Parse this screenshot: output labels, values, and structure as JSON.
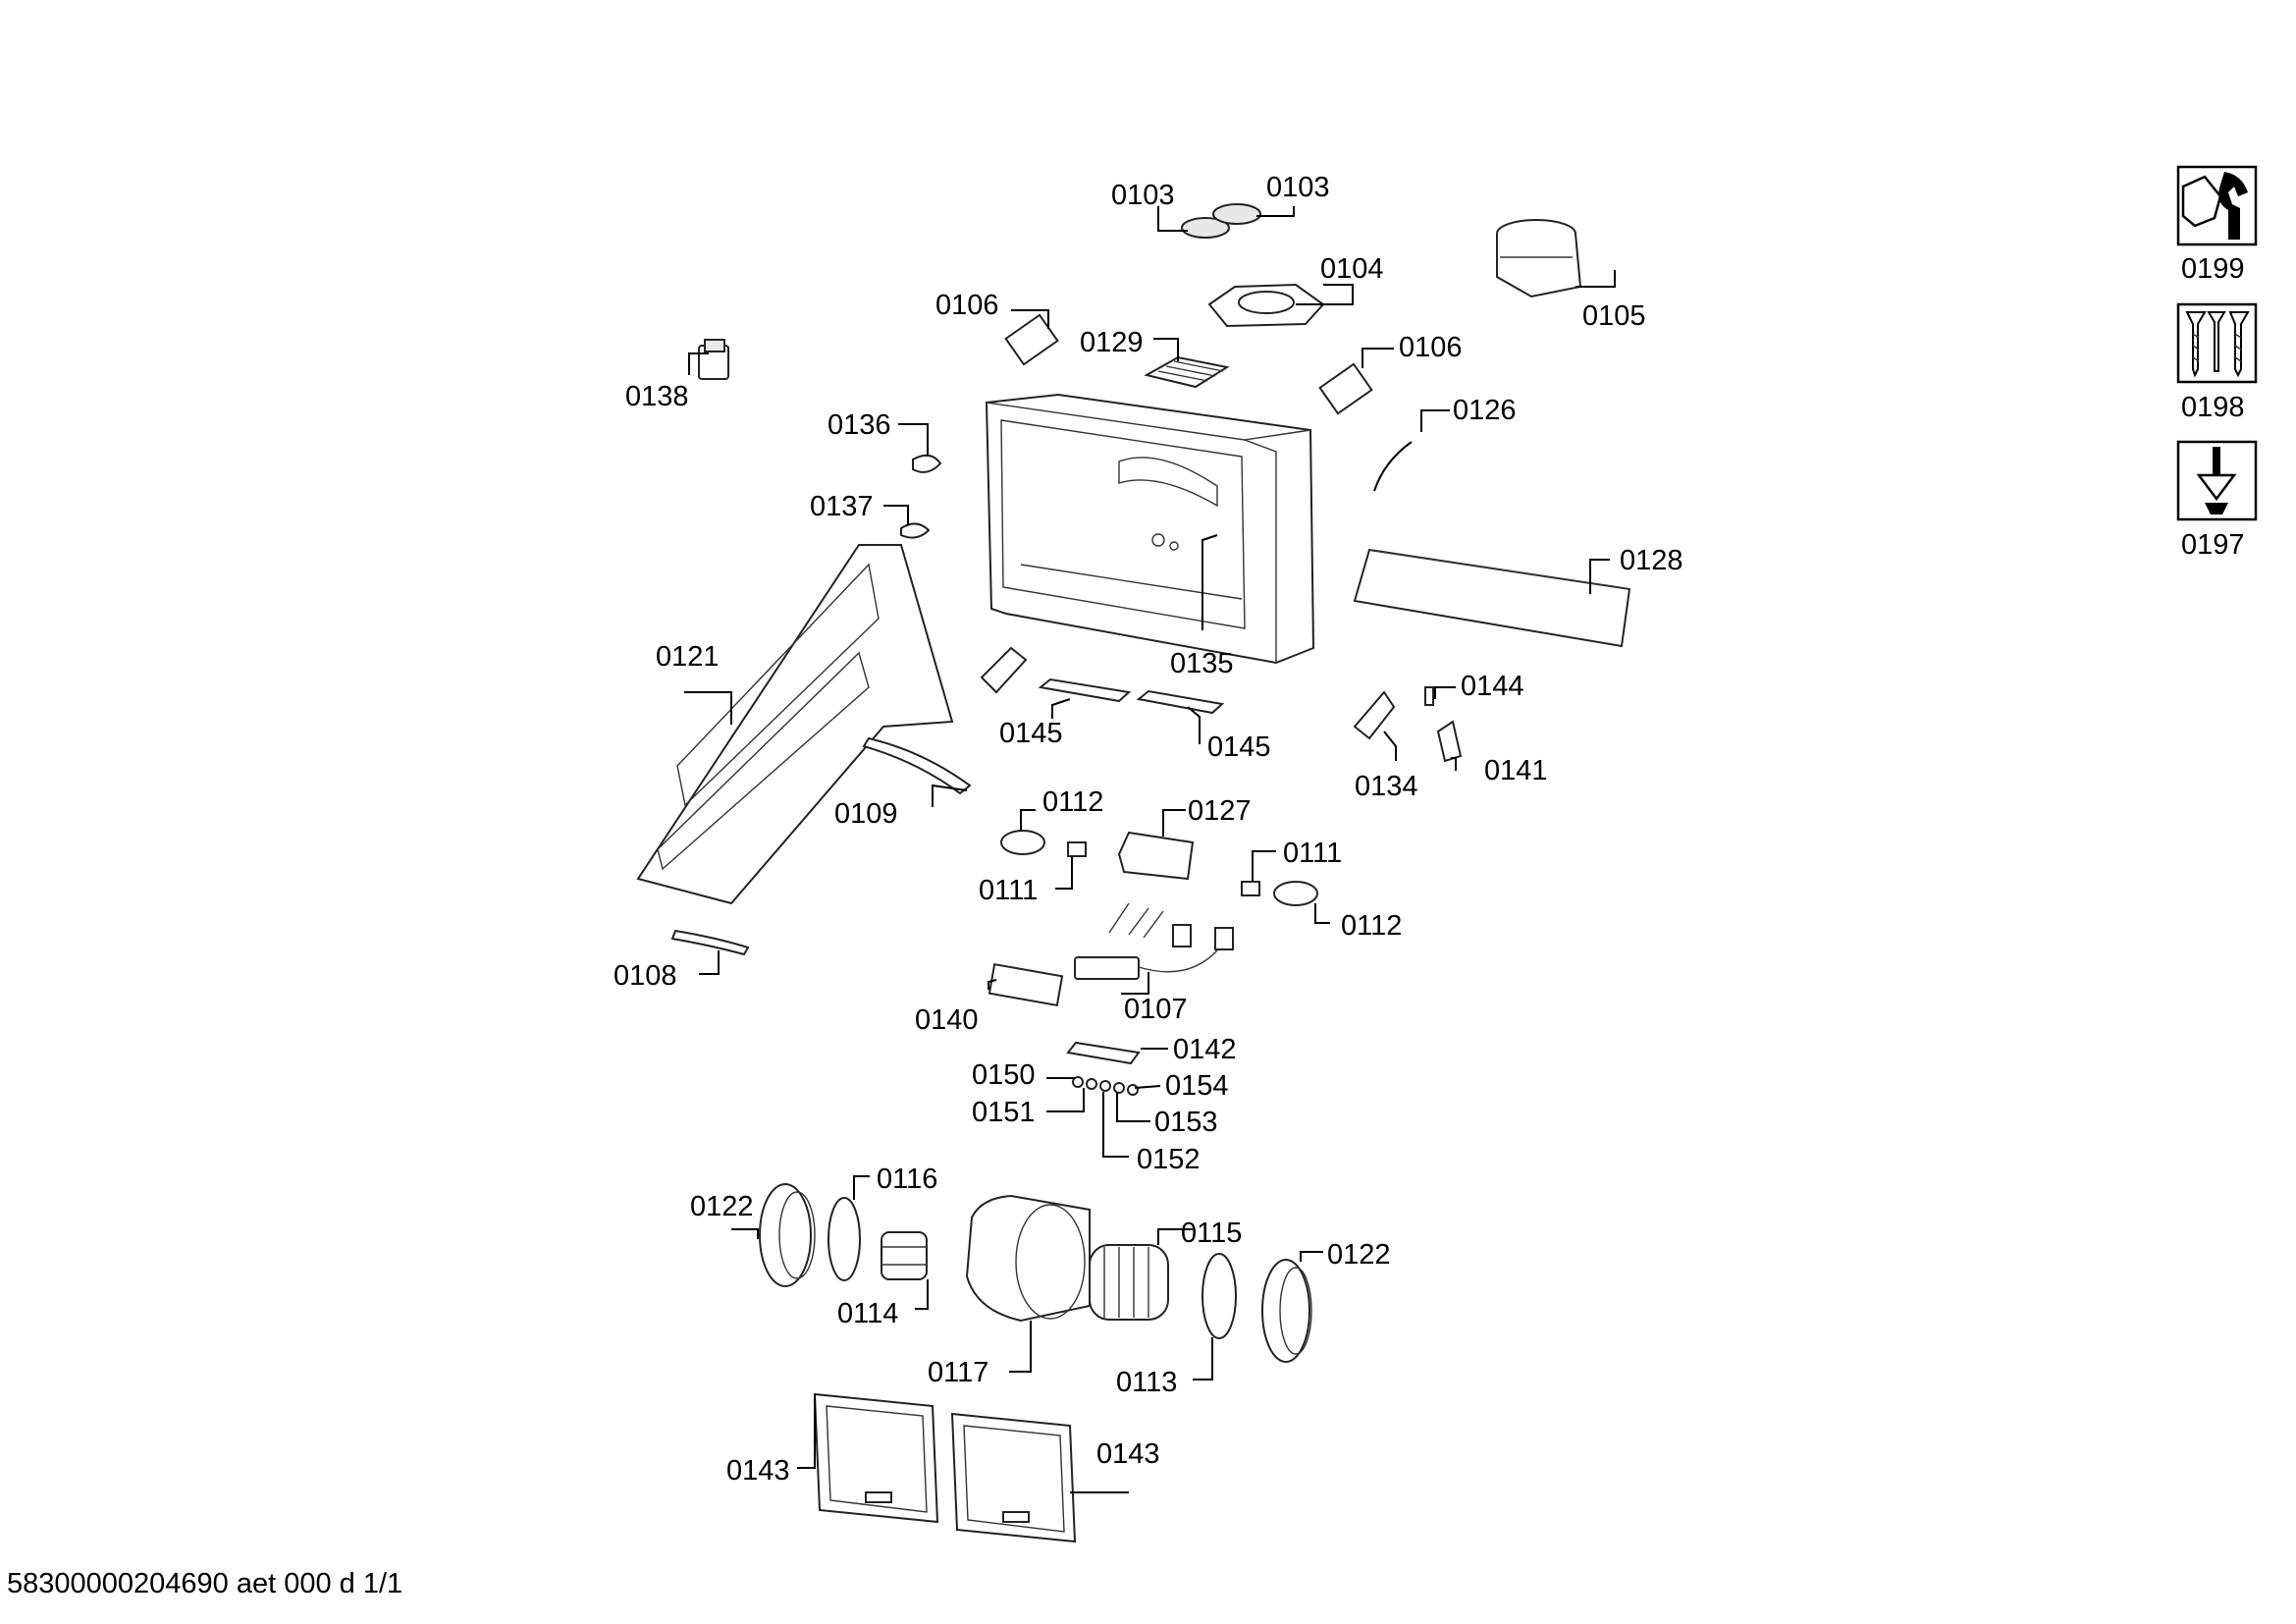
{
  "footer": {
    "document_id": "58300000204690 aet 000 d 1/1"
  },
  "tool_icons": [
    {
      "code": "0199",
      "icon": "nut-wrench-icon"
    },
    {
      "code": "0198",
      "icon": "screws-icon"
    },
    {
      "code": "0197",
      "icon": "screwdriver-icon"
    }
  ],
  "parts": {
    "p0103a": "0103",
    "p0103b": "0103",
    "p0104": "0104",
    "p0105": "0105",
    "p0106a": "0106",
    "p0106b": "0106",
    "p0129": "0129",
    "p0138": "0138",
    "p0136": "0136",
    "p0126": "0126",
    "p0137": "0137",
    "p0128": "0128",
    "p0121": "0121",
    "p0135": "0135",
    "p0144": "0144",
    "p0145a": "0145",
    "p0145b": "0145",
    "p0134": "0134",
    "p0141": "0141",
    "p0109": "0109",
    "p0112a": "0112",
    "p0127": "0127",
    "p0111a": "0111",
    "p0111b": "0111",
    "p0112b": "0112",
    "p0108": "0108",
    "p0107": "0107",
    "p0140": "0140",
    "p0142": "0142",
    "p0150": "0150",
    "p0154": "0154",
    "p0151": "0151",
    "p0153": "0153",
    "p0152": "0152",
    "p0116": "0116",
    "p0122a": "0122",
    "p0115": "0115",
    "p0122b": "0122",
    "p0114": "0114",
    "p0117": "0117",
    "p0113": "0113",
    "p0143a": "0143",
    "p0143b": "0143"
  }
}
